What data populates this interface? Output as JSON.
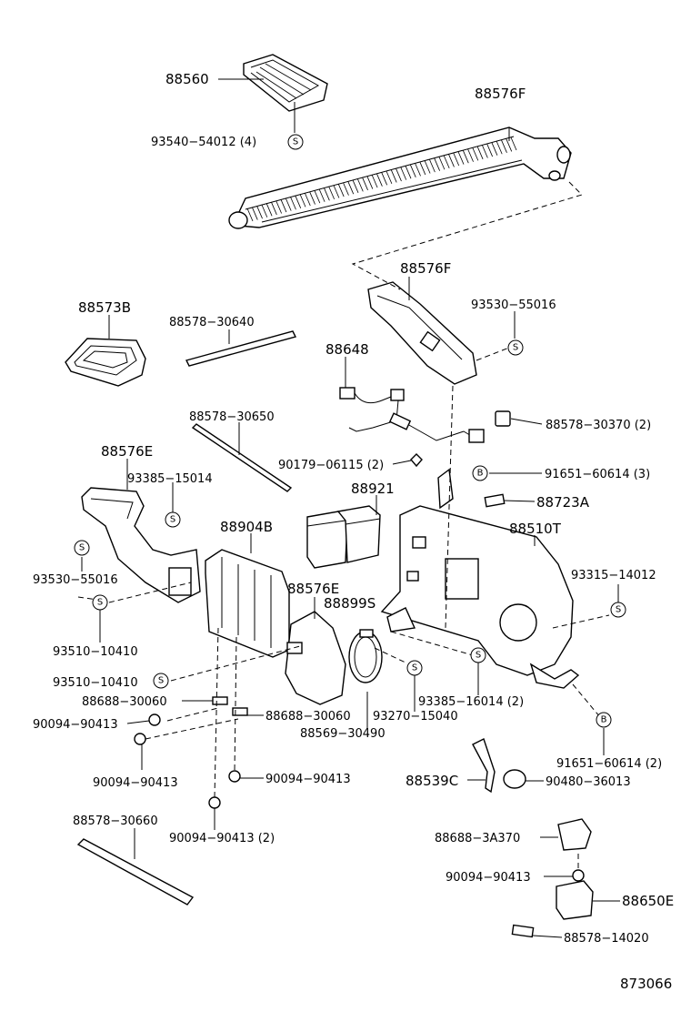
{
  "diagram_number": "873066",
  "labels": {
    "p88560": "88560",
    "p93540": "93540−54012 (4)",
    "p88576F_top": "88576F",
    "p88576F_mid": "88576F",
    "p93530_55016_r": "93530−55016",
    "p88573B": "88573B",
    "p88578_30640": "88578−30640",
    "p88648": "88648",
    "p88578_30370": "88578−30370 (2)",
    "p88578_30650": "88578−30650",
    "p90179": "90179−06115 (2)",
    "p91651_3": "91651−60614 (3)",
    "p88576E_top": "88576E",
    "p93385_15014": "93385−15014",
    "p88921": "88921",
    "p88723A": "88723A",
    "p88904B": "88904B",
    "p88510T": "88510T",
    "p93530_55016_l": "93530−55016",
    "p93315": "93315−14012",
    "p88576E_mid": "88576E",
    "p88899S": "88899S",
    "p93510_a": "93510−10410",
    "p93510_b": "93510−10410",
    "p88688_a": "88688−30060",
    "p88688_b": "88688−30060",
    "p93270": "93270−15040",
    "p93385_16014": "93385−16014 (2)",
    "p90094_a": "90094−90413",
    "p88569": "88569−30490",
    "p91651_2": "91651−60614 (2)",
    "p90094_b": "90094−90413",
    "p88539C": "88539C",
    "p90094_c": "90094−90413",
    "p90480": "90480−36013",
    "p88578_30660": "88578−30660",
    "p88688_3A370": "88688−3A370",
    "p90094_d": "90094−90413 (2)",
    "p90094_e": "90094−90413",
    "p88650E": "88650E",
    "p88578_14020": "88578−14020"
  },
  "symbols": {
    "s": "S",
    "b": "B"
  }
}
